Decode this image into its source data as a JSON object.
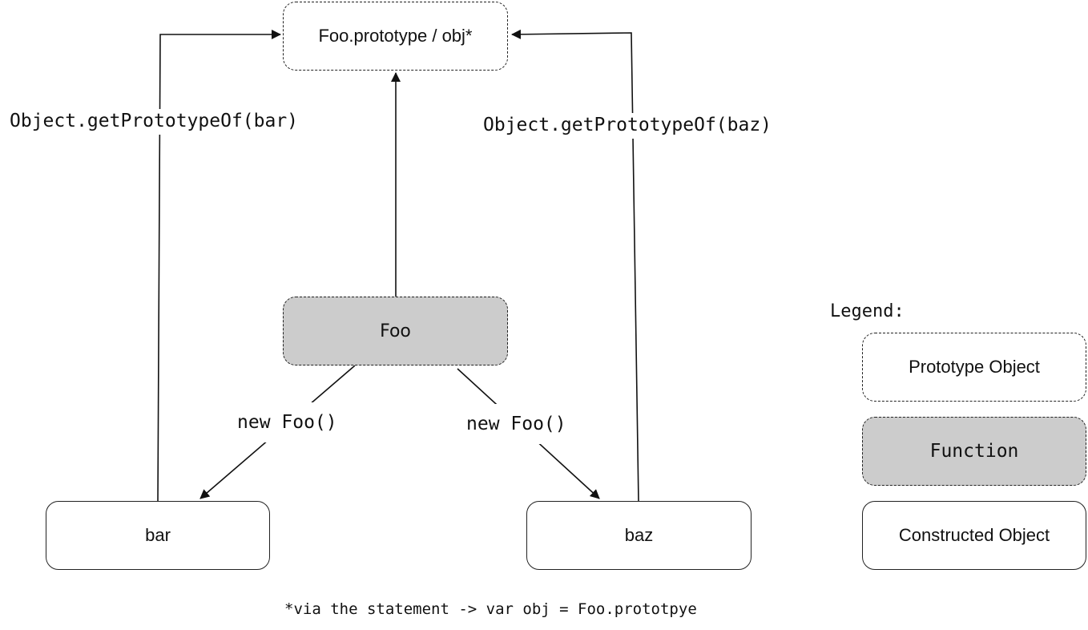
{
  "nodes": {
    "prototype": "Foo.prototype / obj*",
    "function": "Foo",
    "bar": "bar",
    "baz": "baz"
  },
  "edge_labels": {
    "get_proto_bar": "Object.getPrototypeOf(bar)",
    "get_proto_baz": "Object.getPrototypeOf(baz)",
    "new_foo_left": "new Foo()",
    "new_foo_right": "new Foo()"
  },
  "legend": {
    "title": "Legend:",
    "prototype_object": "Prototype Object",
    "function": "Function",
    "constructed_object": "Constructed Object"
  },
  "footnote": "*via the statement -> var obj = Foo.prototpye",
  "colors": {
    "stroke": "#222222",
    "function_fill": "#cccccc",
    "background": "#ffffff"
  }
}
